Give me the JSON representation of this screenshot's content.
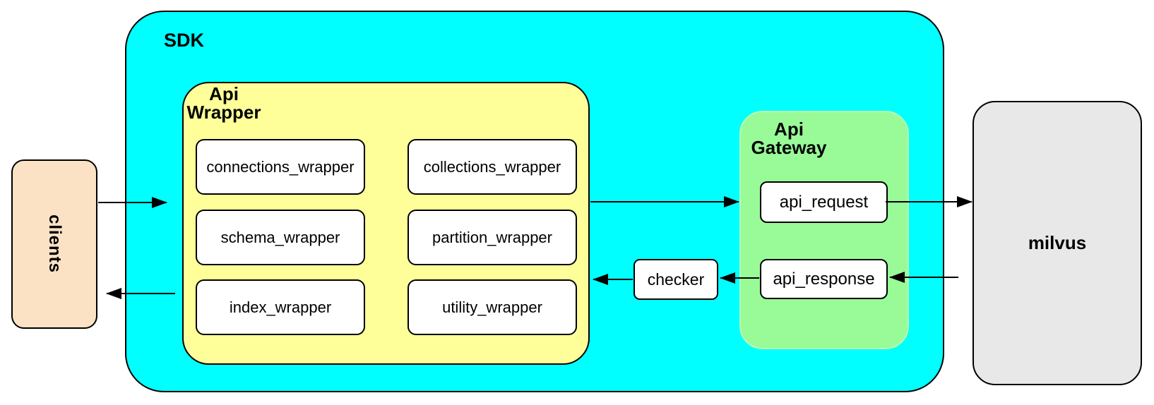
{
  "colors": {
    "sdk_fill": "#00FFFF",
    "api_wrapper_fill": "#FFFF99",
    "api_gateway_fill": "#99FB98",
    "clients_fill": "#FBE2C4",
    "milvus_fill": "#E8E8E8",
    "box_fill": "#FFFFFF",
    "stroke": "#000000"
  },
  "clients": {
    "label": "clients"
  },
  "sdk": {
    "label": "SDK"
  },
  "api_wrapper": {
    "title": [
      "Api",
      "Wrapper"
    ],
    "boxes": [
      {
        "label": "connections_wrapper"
      },
      {
        "label": "collections_wrapper"
      },
      {
        "label": "schema_wrapper"
      },
      {
        "label": "partition_wrapper"
      },
      {
        "label": "index_wrapper"
      },
      {
        "label": "utility_wrapper"
      }
    ]
  },
  "checker": {
    "label": "checker"
  },
  "api_gateway": {
    "title": [
      "Api",
      "Gateway"
    ],
    "request_label": "api_request",
    "response_label": "api_response"
  },
  "milvus": {
    "label": "milvus"
  },
  "arrows": [
    {
      "from": "clients",
      "to": "sdk"
    },
    {
      "from": "api-wrapper",
      "to": "api-gateway"
    },
    {
      "from": "api_request",
      "to": "milvus"
    },
    {
      "from": "milvus",
      "to": "api_response"
    },
    {
      "from": "api_response",
      "to": "checker"
    },
    {
      "from": "checker",
      "to": "api-wrapper"
    },
    {
      "from": "sdk",
      "to": "clients"
    }
  ]
}
